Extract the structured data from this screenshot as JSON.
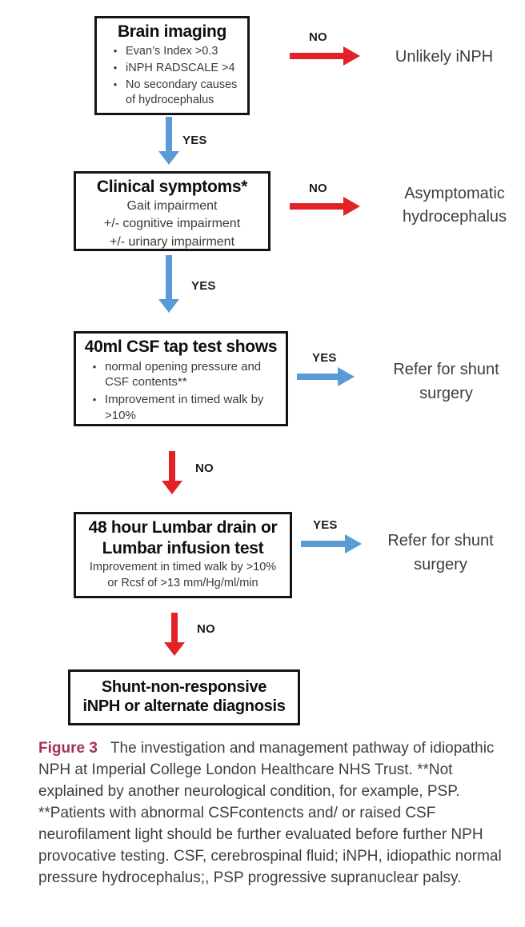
{
  "colors": {
    "arrow_red": "#e32227",
    "arrow_blue": "#5b9bd5",
    "box_border": "#151515",
    "figure_label": "#a5305c",
    "body_text": "#3e3e3e"
  },
  "flow": {
    "box1": {
      "title": "Brain imaging",
      "bullets": [
        "Evan’s Index >0.3",
        "iNPH RADSCALE >4",
        "No secondary causes of hydrocephalus"
      ]
    },
    "yes1": {
      "label": "YES"
    },
    "no1": {
      "label": "NO",
      "result": "Unlikely iNPH"
    },
    "box2": {
      "title": "Clinical symptoms*",
      "lines": [
        "Gait impairment",
        "+/- cognitive impairment",
        "+/- urinary impairment"
      ]
    },
    "yes2": {
      "label": "YES"
    },
    "no2": {
      "label": "NO",
      "result_line1": "Asymptomatic",
      "result_line2": "hydrocephalus"
    },
    "box3": {
      "title": "40ml CSF tap test shows",
      "bullets": [
        "normal opening pressure and CSF contents**",
        "Improvement in timed walk by >10%"
      ]
    },
    "yes3": {
      "label": "YES",
      "result_line1": "Refer for shunt",
      "result_line2": "surgery"
    },
    "no3": {
      "label": "NO"
    },
    "box4": {
      "title_line1": "48 hour Lumbar drain or",
      "title_line2": "Lumbar infusion test",
      "lines": [
        "Improvement in timed walk by >10%",
        "or Rcsf of >13 mm/Hg/ml/min"
      ]
    },
    "yes4": {
      "label": "YES",
      "result_line1": "Refer for shunt",
      "result_line2": "surgery"
    },
    "no4": {
      "label": "NO"
    },
    "box5": {
      "title_line1": "Shunt-non-responsive",
      "title_line2": "iNPH or alternate diagnosis"
    }
  },
  "caption": {
    "label": "Figure 3",
    "text": "The investigation and management pathway of idiopathic NPH at Imperial College London Healthcare NHS Trust. **Not explained by another neurological condition, for example, PSP. **Patients with abnormal CSFcontencts and/ or raised CSF neurofilament light should be further evaluated before further NPH provocative testing. CSF, cerebrospinal fluid; iNPH, idiopathic normal pressure hydrocephalus;, PSP progressive supranuclear palsy."
  }
}
